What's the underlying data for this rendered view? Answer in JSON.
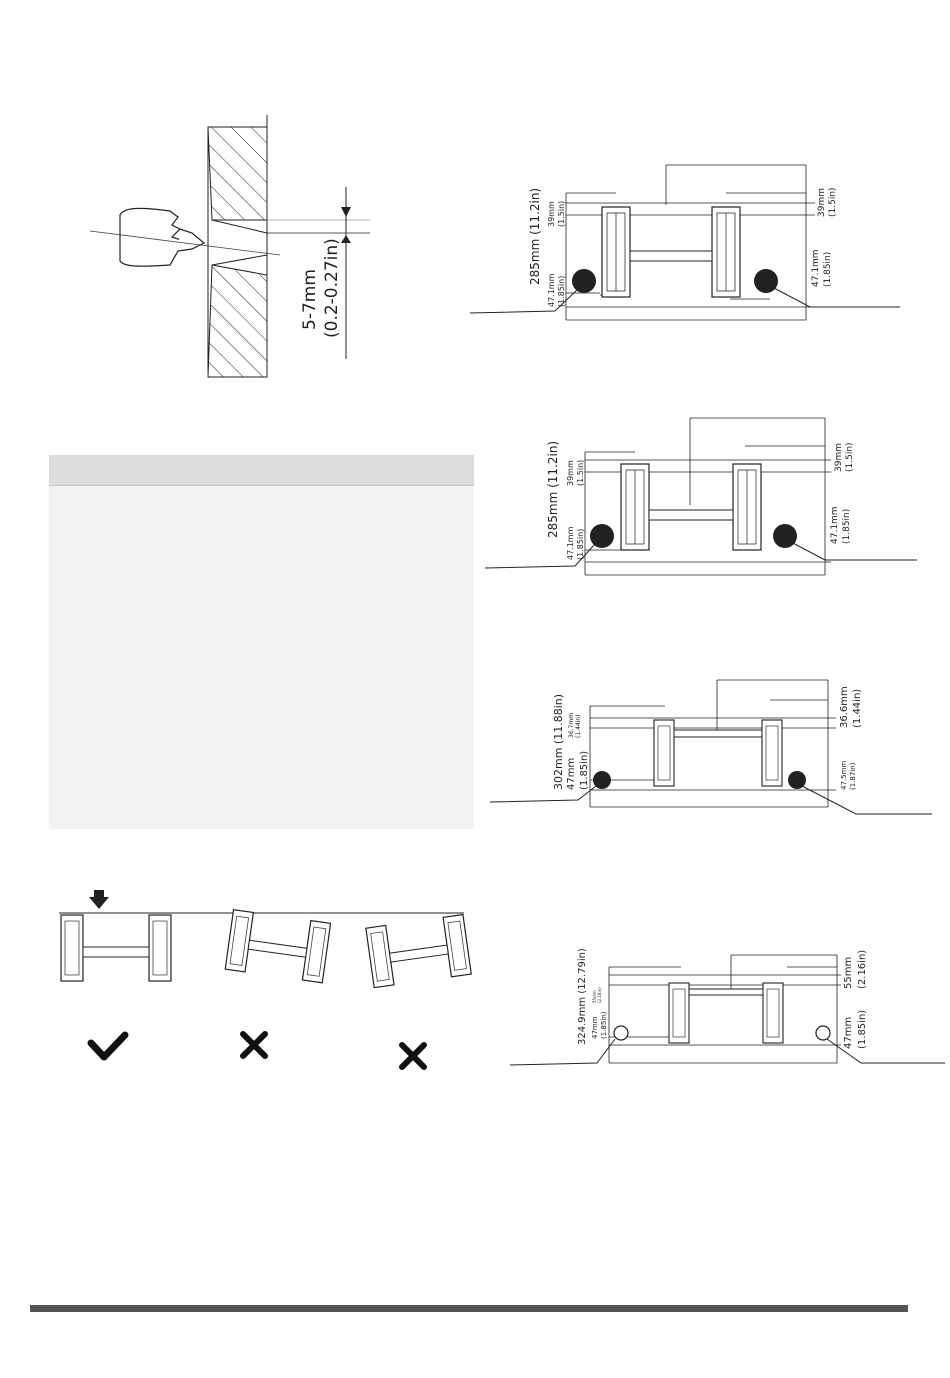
{
  "drill": {
    "dim_mm": "5-7mm",
    "dim_in": "(0.2-0.27in)"
  },
  "layouts": [
    {
      "height": "285mm (11.2in)",
      "top_left_mm": "39mm",
      "top_left_in": "(1.5in)",
      "top_right_mm": "39mm",
      "top_right_in": "(1.5in)",
      "bot_left_mm": "47.1mm",
      "bot_left_in": "(1.85in)",
      "bot_right_mm": "47.1mm",
      "bot_right_in": "(1.85in)"
    },
    {
      "height": "285mm (11.2in)",
      "top_left_mm": "39mm",
      "top_left_in": "(1.5in)",
      "top_right_mm": "39mm",
      "top_right_in": "(1.5in)",
      "bot_left_mm": "47.1mm",
      "bot_left_in": "(1.85in)",
      "bot_right_mm": "47.1mm",
      "bot_right_in": "(1.85in)"
    },
    {
      "height": "302mm (11.88in)",
      "top_left_mm": "36.7mm",
      "top_left_in": "(1.44in)",
      "top_right_mm": "36.6mm",
      "top_right_in": "(1.44in)",
      "bot_left_mm": "47mm",
      "bot_left_in": "(1.85in)",
      "bot_right_mm": "47.5mm",
      "bot_right_in": "(1.87in)"
    },
    {
      "height": "324.9mm (12.79in)",
      "top_left_mm": "55mm",
      "top_left_in": "(2.16in)",
      "top_right_mm": "55mm",
      "top_right_in": "(2.16in)",
      "bot_left_mm": "47mm",
      "bot_left_in": "(1.85in)",
      "bot_right_mm": "47mm",
      "bot_right_in": "(1.85in)"
    }
  ]
}
